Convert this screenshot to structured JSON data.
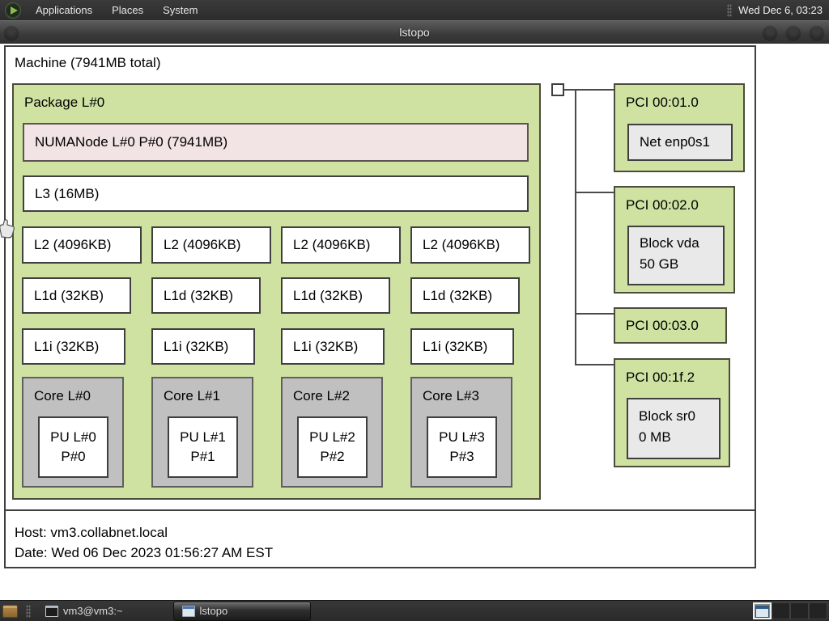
{
  "menubar": {
    "menus": [
      {
        "label": "Applications"
      },
      {
        "label": "Places"
      },
      {
        "label": "System"
      }
    ],
    "clock": "Wed Dec 6, 03:23"
  },
  "titlebar": {
    "title": "lstopo"
  },
  "topology": {
    "machine_label": "Machine (7941MB total)",
    "package_label": "Package L#0",
    "numa_label": "NUMANode L#0 P#0 (7941MB)",
    "l3_label": "L3 (16MB)",
    "l2_labels": [
      "L2 (4096KB)",
      "L2 (4096KB)",
      "L2 (4096KB)",
      "L2 (4096KB)"
    ],
    "l1d_labels": [
      "L1d (32KB)",
      "L1d (32KB)",
      "L1d (32KB)",
      "L1d (32KB)"
    ],
    "l1i_labels": [
      "L1i (32KB)",
      "L1i (32KB)",
      "L1i (32KB)",
      "L1i (32KB)"
    ],
    "cores": [
      {
        "label": "Core L#0",
        "pu_line1": "PU L#0",
        "pu_line2": "P#0"
      },
      {
        "label": "Core L#1",
        "pu_line1": "PU L#1",
        "pu_line2": "P#1"
      },
      {
        "label": "Core L#2",
        "pu_line1": "PU L#2",
        "pu_line2": "P#2"
      },
      {
        "label": "Core L#3",
        "pu_line1": "PU L#3",
        "pu_line2": "P#3"
      }
    ],
    "pci": [
      {
        "label": "PCI 00:01.0",
        "device_line1": "Net enp0s1",
        "device_line2": ""
      },
      {
        "label": "PCI 00:02.0",
        "device_line1": "Block vda",
        "device_line2": "50 GB"
      },
      {
        "label": "PCI 00:03.0"
      },
      {
        "label": "PCI 00:1f.2",
        "device_line1": "Block sr0",
        "device_line2": "0 MB"
      }
    ],
    "legend": {
      "host": "Host: vm3.collabnet.local",
      "date": "Date: Wed 06 Dec 2023 01:56:27 AM EST"
    }
  },
  "taskbar": {
    "items": [
      {
        "label": "vm3@vm3:~"
      },
      {
        "label": "lstopo"
      }
    ]
  },
  "colors": {
    "package_green": "#cfe2a2",
    "numa_pink": "#f2e4e4",
    "core_gray": "#c0c0c0",
    "device_gray": "#e9e9e9",
    "panel_dark": "#2f2f2f",
    "canvas_white": "#ffffff"
  }
}
